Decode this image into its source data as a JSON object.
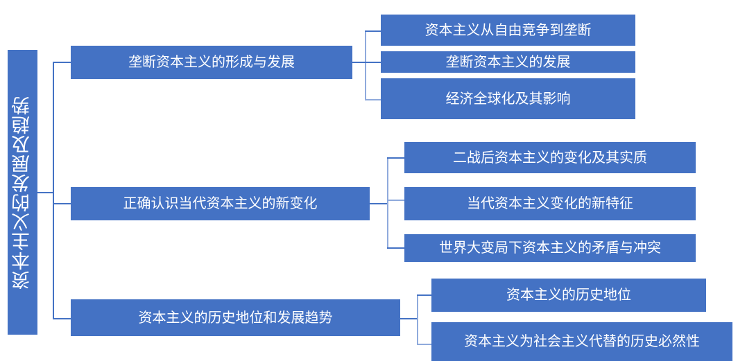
{
  "diagram": {
    "type": "hierarchy-tree",
    "title": "资本主义的发展及趋势",
    "accent_color": "#4472C4",
    "connector_color": "#4472C4",
    "connector_light_color": "#8FAADC",
    "text_color": "#FFFFFF",
    "background_color": "#FFFFFF",
    "branches": [
      {
        "label": "垄断资本主义的形成与发展",
        "children": [
          {
            "label": "资本主义从自由竞争到垄断"
          },
          {
            "label": "垄断资本主义的发展"
          },
          {
            "label": "经济全球化及其影响"
          }
        ]
      },
      {
        "label": "正确认识当代资本主义的新变化",
        "children": [
          {
            "label": "二战后资本主义的变化及其实质"
          },
          {
            "label": "当代资本主义变化的新特征"
          },
          {
            "label": "世界大变局下资本主义的矛盾与冲突"
          }
        ]
      },
      {
        "label": "资本主义的历史地位和发展趋势",
        "children": [
          {
            "label": "资本主义的历史地位"
          },
          {
            "label": "资本主义为社会主义代替的历史必然性"
          }
        ]
      }
    ]
  }
}
